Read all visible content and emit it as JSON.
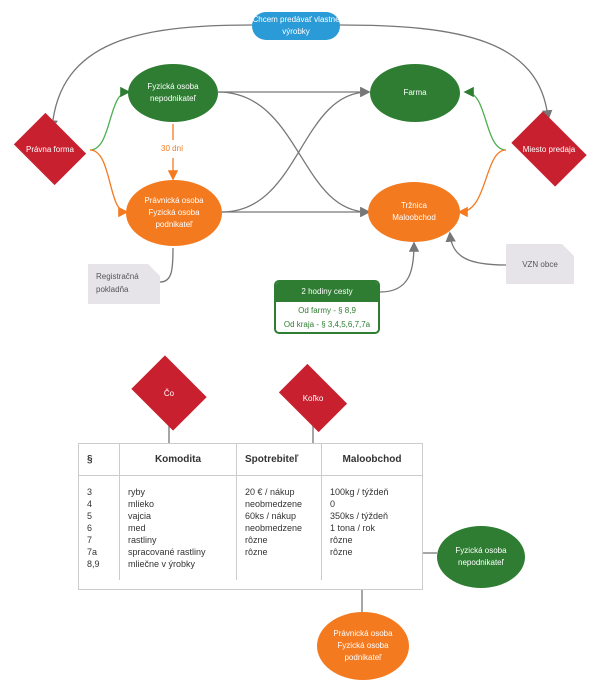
{
  "nodes": {
    "chcem": "Chcem predávať vlastné výrobky",
    "fyzicka_top": "Fyzická osoba nepodnikateľ",
    "farma": "Farma",
    "pravna_forma": "Právna forma",
    "miesto_predaja": "Miesto predaja",
    "dni": "30 dní",
    "pravnicka_top": "Právnická osoba Fyzická osoba podnikateľ",
    "trznica": "Tržnica Maloobchod",
    "registracna": "Registračná pokladňa",
    "vzn": "VZN obce",
    "co": "Čo",
    "kolko": "Koľko",
    "fyzicka_bottom": "Fyzická osoba nepodnikateľ",
    "pravnicka_bottom": "Právnická osoba Fyzická osoba podnikateľ"
  },
  "cesta_box": {
    "header": "2 hodiny cesty",
    "line1": "Od farmy - § 8,9",
    "line2": "Od kraja - § 3,4,5,6,7,7a"
  },
  "table": {
    "headers": [
      "§",
      "Komodita",
      "Spotrebiteľ",
      "Maloobchod"
    ],
    "paragraphs": [
      "3",
      "4",
      "5",
      "6",
      "7",
      "7a",
      "8,9"
    ],
    "komodita": [
      "ryby",
      "mlieko",
      "vajcia",
      "med",
      "rastliny",
      "spracované rastliny",
      "mliečne v ýrobky"
    ],
    "spotrebitel": [
      "20 € / nákup",
      "neobmedzene",
      "60ks / nákup",
      "neobmedzene",
      "rôzne",
      "rôzne"
    ],
    "maloobchod": [
      "100kg / týždeň",
      "0",
      "350ks / týždeň",
      "1 tona / rok",
      "rôzne",
      "rôzne"
    ]
  },
  "colors": {
    "green": "#2e7d32",
    "orange": "#f47a20",
    "red": "#c8202f",
    "blue": "#2a9bd6",
    "gray": "#777777"
  }
}
